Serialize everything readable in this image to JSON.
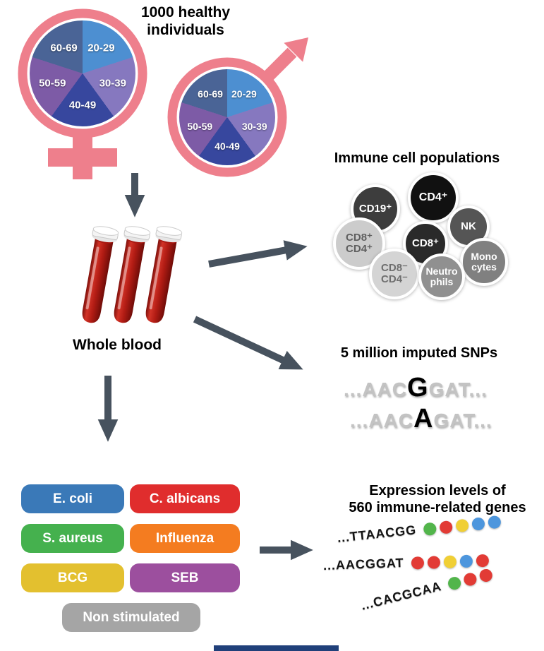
{
  "cohort": {
    "title": "1000 healthy\nindividuals",
    "symbol_color": "#ee7f8c",
    "age_groups": [
      {
        "label": "20-29",
        "color": "#4d8fd1"
      },
      {
        "label": "30-39",
        "color": "#8678bf"
      },
      {
        "label": "40-49",
        "color": "#37479e"
      },
      {
        "label": "50-59",
        "color": "#7d5ba6"
      },
      {
        "label": "60-69",
        "color": "#4a6496"
      }
    ]
  },
  "whole_blood": {
    "label": "Whole blood"
  },
  "immune_cells": {
    "title": "Immune cell populations",
    "cells": [
      {
        "label": "CD19⁺",
        "color": "#3d3d3d",
        "text_color": "#ffffff"
      },
      {
        "label": "CD4⁺",
        "color": "#111111",
        "text_color": "#ffffff"
      },
      {
        "label": "NK",
        "color": "#555555",
        "text_color": "#ffffff"
      },
      {
        "label": "CD8⁺\nCD4⁺",
        "color": "#cccccc",
        "text_color": "#5f5f5f"
      },
      {
        "label": "CD8⁺",
        "color": "#2a2a2a",
        "text_color": "#ffffff"
      },
      {
        "label": "Mono\ncytes",
        "color": "#808080",
        "text_color": "#ffffff"
      },
      {
        "label": "CD8⁻\nCD4⁻",
        "color": "#d4d4d4",
        "text_color": "#6e6e6e"
      },
      {
        "label": "Neutro\nphils",
        "color": "#909090",
        "text_color": "#ffffff"
      }
    ]
  },
  "snps": {
    "title": "5 million imputed SNPs",
    "sequences": [
      {
        "prefix": "...AAC",
        "variant": "G",
        "suffix": "GAT..."
      },
      {
        "prefix": "...AAC",
        "variant": "A",
        "suffix": "GAT..."
      }
    ]
  },
  "stimulations": [
    {
      "label": "E. coli",
      "color": "#3a79b8"
    },
    {
      "label": "C. albicans",
      "color": "#e02d2d"
    },
    {
      "label": "S. aureus",
      "color": "#45b14e"
    },
    {
      "label": "Influenza",
      "color": "#f47c20"
    },
    {
      "label": "BCG",
      "color": "#e3c02f"
    },
    {
      "label": "SEB",
      "color": "#9c4f9e"
    },
    {
      "label": "Non stimulated",
      "color": "#a5a5a5"
    }
  ],
  "expression": {
    "title": "Expression levels of\n560 immune-related genes",
    "sequences": [
      {
        "text": "...TTAACGG",
        "dots": [
          "#52b54b",
          "#e23b35",
          "#f0cf35",
          "#4d96dd",
          "#4d96dd"
        ]
      },
      {
        "text": "...AACGGAT",
        "dots": [
          "#e23b35",
          "#e23b35",
          "#f0cf35",
          "#4d96dd",
          "#e23b35"
        ]
      },
      {
        "text": "...CACGCAA",
        "dots": [
          "#52b54b",
          "#e23b35",
          "#e23b35"
        ]
      }
    ]
  },
  "colors": {
    "arrow": "#47525e",
    "blood": "#b21c14",
    "bottom_bar": "#20407a"
  }
}
